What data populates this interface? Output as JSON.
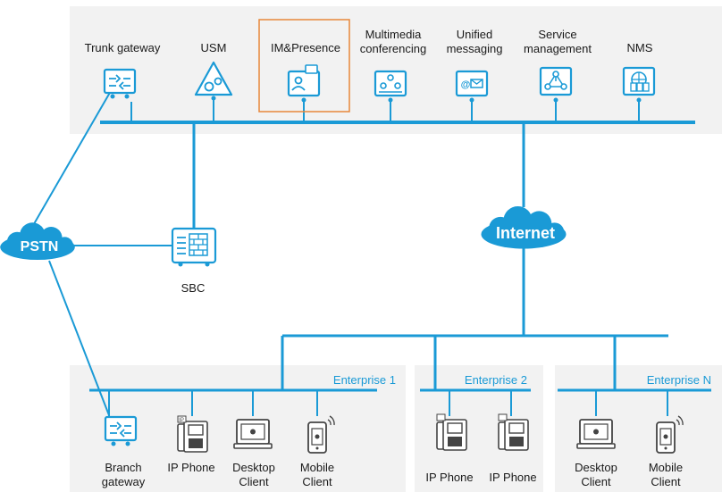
{
  "colors": {
    "accent": "#1a9ad6",
    "panel": "#f2f2f2",
    "highlight": "#e8873a"
  },
  "top_services": [
    {
      "l1": "Trunk gateway",
      "l2": "",
      "icon": "trunk-gateway-icon"
    },
    {
      "l1": "USM",
      "l2": "",
      "icon": "usm-gear-icon"
    },
    {
      "l1": "IM&Presence",
      "l2": "",
      "icon": "im-presence-icon"
    },
    {
      "l1": "Multimedia",
      "l2": "conferencing",
      "icon": "conferencing-icon"
    },
    {
      "l1": "Unified",
      "l2": "messaging",
      "icon": "messaging-icon"
    },
    {
      "l1": "Service",
      "l2": "management",
      "icon": "service-management-icon"
    },
    {
      "l1": "NMS",
      "l2": "",
      "icon": "nms-icon"
    }
  ],
  "clouds": {
    "pstn": "PSTN",
    "internet": "Internet"
  },
  "sbc": {
    "label": "SBC",
    "icon": "sbc-firewall-icon"
  },
  "enterprise1": {
    "title": "Enterprise 1",
    "devices": [
      {
        "l1": "Branch",
        "l2": "gateway",
        "icon": "branch-gateway-icon"
      },
      {
        "l1": "IP Phone",
        "l2": "",
        "icon": "ip-phone-icon"
      },
      {
        "l1": "Desktop",
        "l2": "Client",
        "icon": "desktop-client-icon"
      },
      {
        "l1": "Mobile",
        "l2": "Client",
        "icon": "mobile-client-icon"
      }
    ]
  },
  "enterprise2": {
    "title": "Enterprise 2",
    "devices": [
      {
        "l1": "IP Phone",
        "l2": "",
        "icon": "ip-phone-icon"
      },
      {
        "l1": "IP Phone",
        "l2": "",
        "icon": "ip-phone-icon"
      }
    ]
  },
  "enterpriseN": {
    "title": "Enterprise N",
    "devices": [
      {
        "l1": "Desktop",
        "l2": "Client",
        "icon": "desktop-client-icon"
      },
      {
        "l1": "Mobile",
        "l2": "Client",
        "icon": "mobile-client-icon"
      }
    ]
  },
  "phone_tag": "IP"
}
